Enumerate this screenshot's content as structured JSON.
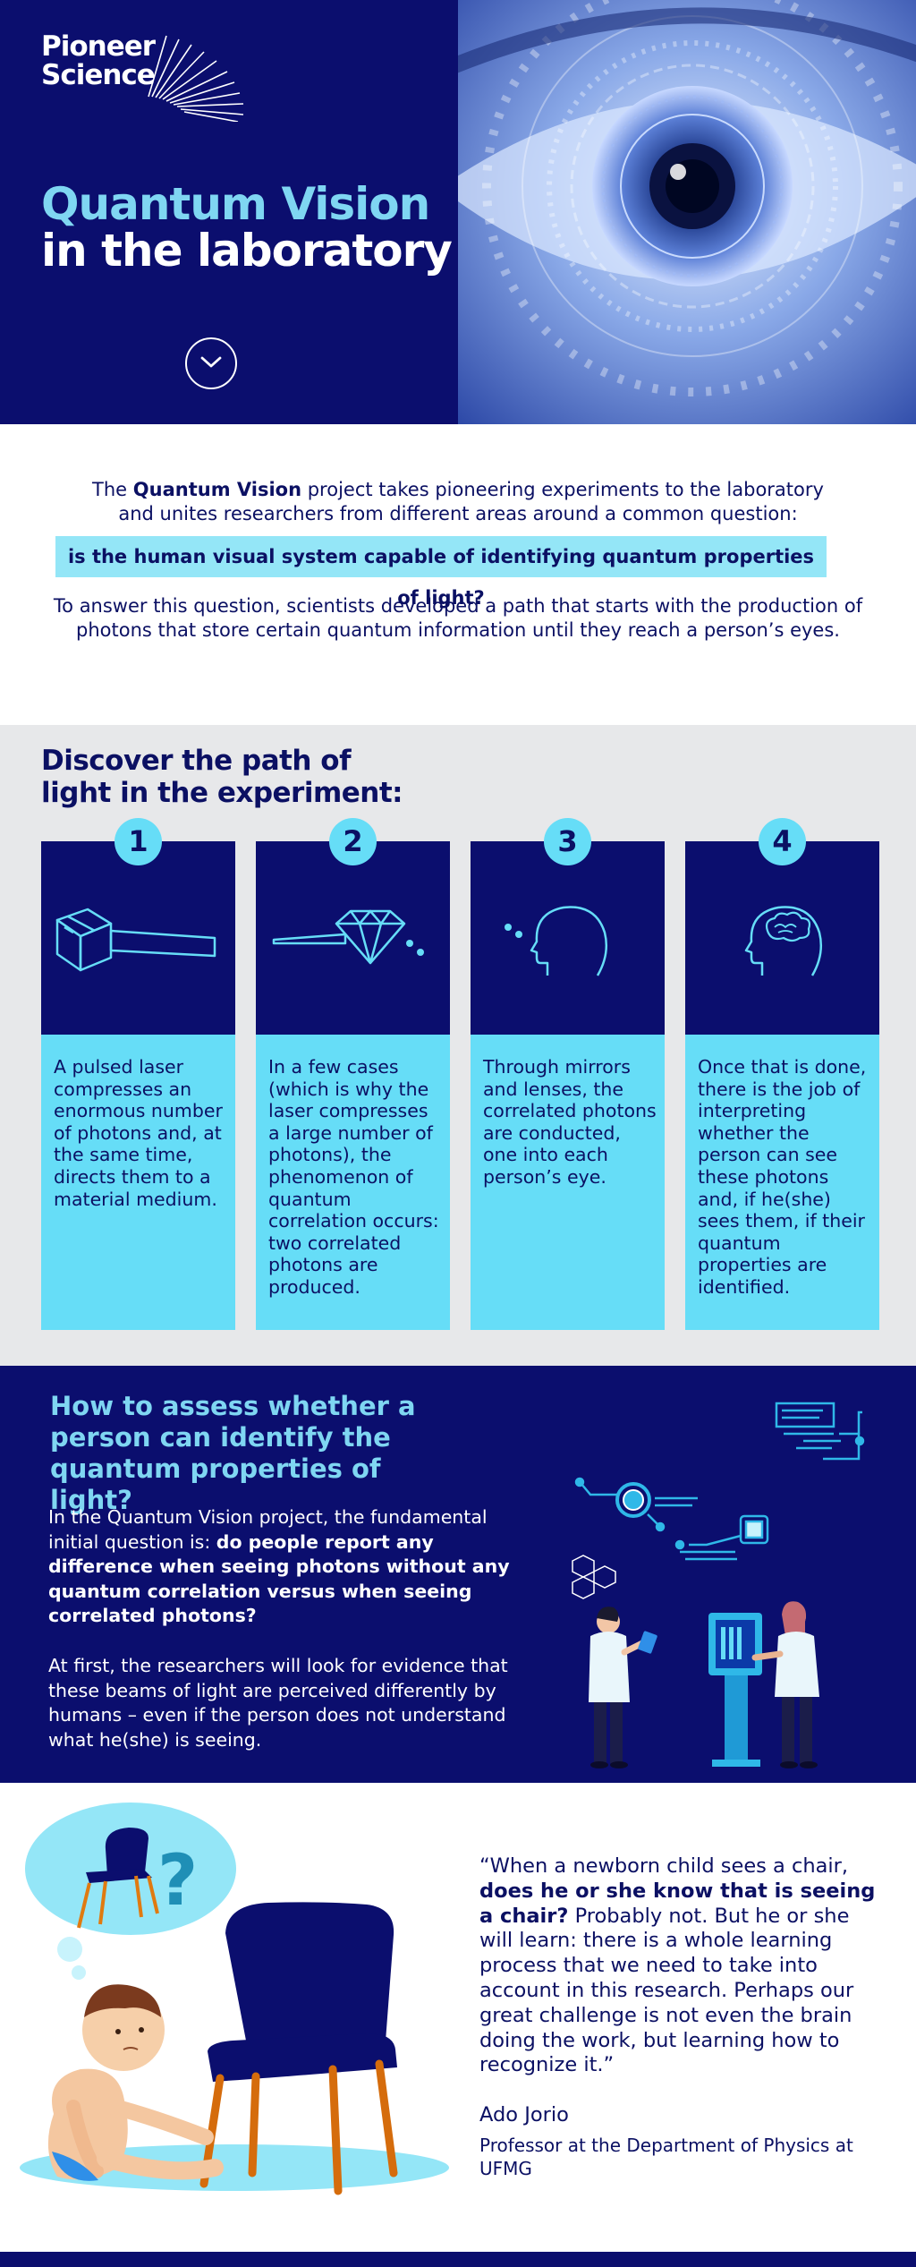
{
  "brand": {
    "line1": "Pioneer",
    "line2": "Science"
  },
  "hero": {
    "title_line1": "Quantum Vision",
    "title_line2": "in the laboratory"
  },
  "intro": {
    "p1_pre": "The ",
    "p1_bold": "Quantum Vision",
    "p1_post": " project takes pioneering experiments to the laboratory and unites researchers from different areas around a common question:",
    "question": "is the human visual system capable of identifying quantum properties of light?",
    "p2": "To answer this question, scientists developed a path that starts with the production of photons that store certain quantum information until they reach a person’s eyes."
  },
  "path": {
    "title_line1": "Discover the path of",
    "title_line2": "light in the experiment:",
    "steps": [
      {
        "num": "1",
        "text": "A pulsed laser compresses an enormous number of photons and, at the same time, directs them to a material medium."
      },
      {
        "num": "2",
        "text": "In a few cases (which is why the laser compresses a large number of photons), the phenomenon of quantum correlation occurs: two correlated photons are produced."
      },
      {
        "num": "3",
        "text": "Through mirrors and lenses, the correlated photons are conducted, one into each person’s eye."
      },
      {
        "num": "4",
        "text": "Once that is done, there is the job of interpreting whether the person can see these photons and, if he(she) sees them, if their quantum properties are identified."
      }
    ]
  },
  "assess": {
    "title": "How to assess whether a person can identify the quantum properties of light?",
    "p1_pre": "In the Quantum Vision project, the fundamental initial question is: ",
    "p1_bold": "do people report any difference when seeing photons without any quantum correlation versus when seeing correlated photons?",
    "p2": "At first, the researchers will look for evidence that these beams of light are perceived differently by humans – even if the person does not understand what he(she) is seeing."
  },
  "quote": {
    "pre": "“When a newborn child sees a chair, ",
    "bold": "does he or she know that is seeing a chair?",
    "post": " Probably not. But he or she will learn: there is a whole learning process that we need to take into account in this research. Perhaps our great challenge is not even the brain doing the work, but learning how to recognize it.”",
    "author": "Ado Jorio",
    "role": "Professor at the Department of Physics at UFMG"
  },
  "colors": {
    "navy": "#0b0e6e",
    "cyan": "#66ddf7",
    "light_cyan": "#7fd6f2",
    "gray_bg": "#e7e8ea"
  }
}
